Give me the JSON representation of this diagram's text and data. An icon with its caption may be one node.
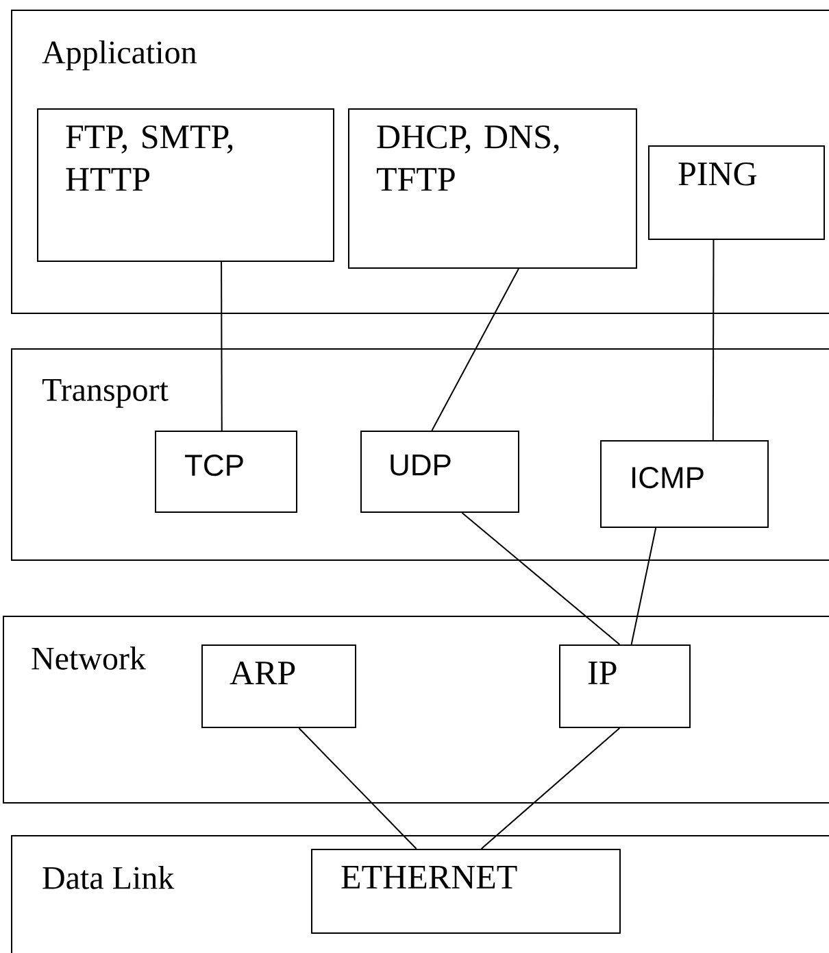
{
  "diagram": {
    "nodes": [
      {
        "text": [
          "Application"
        ]
      },
      {
        "text": [
          "FTP, SMTP, HTTP"
        ],
        "in": 0
      },
      {
        "text": [
          "DHCP, DNS, TFTP"
        ],
        "in": 0
      },
      {
        "text": [
          "PING"
        ],
        "in": 0
      },
      {
        "text": [
          "Transport"
        ]
      },
      {
        "text": [
          "TCP"
        ],
        "in": 4
      },
      {
        "text": [
          "UDP"
        ],
        "in": 4
      },
      {
        "text": [
          "ICMP"
        ],
        "in": 4
      },
      {
        "text": [
          "Network"
        ]
      },
      {
        "text": [
          "ARP"
        ],
        "in": 8
      },
      {
        "text": [
          "IP"
        ],
        "in": 8
      },
      {
        "text": [
          "Data Link"
        ]
      },
      {
        "text": [
          "ETHERNET"
        ],
        "in": 11
      }
    ],
    "edges": [
      {
        "from": 1,
        "to": 5,
        "arrow": "none"
      },
      {
        "from": 2,
        "to": 6,
        "arrow": "none"
      },
      {
        "from": 3,
        "to": 7,
        "arrow": "none"
      },
      {
        "from": 6,
        "to": 10,
        "arrow": "none"
      },
      {
        "from": 7,
        "to": 10,
        "arrow": "none"
      },
      {
        "from": 9,
        "to": 12,
        "arrow": "none"
      },
      {
        "from": 10,
        "to": 12,
        "arrow": "none"
      }
    ]
  }
}
